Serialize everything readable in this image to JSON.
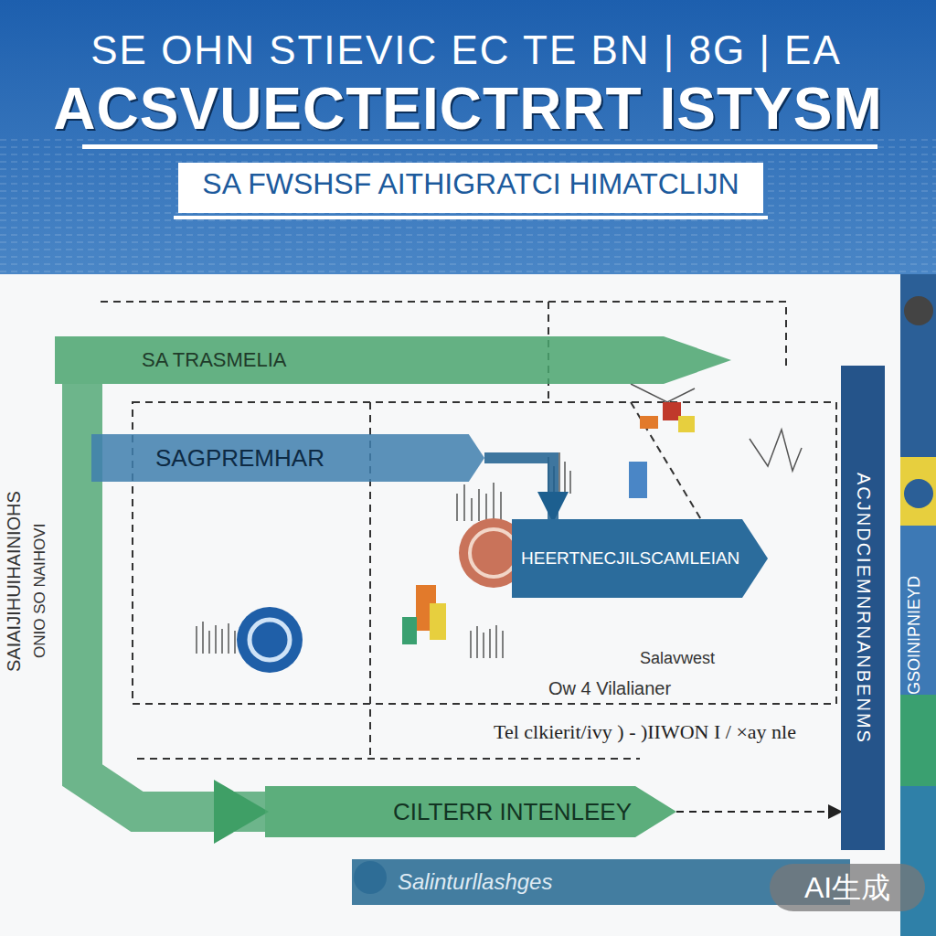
{
  "diagram": {
    "title": "ACSVUECTEICTRRT ISTYSM",
    "nodes": [
      {
        "text": [
          "SA TRASMELIA"
        ]
      },
      {
        "text": [
          "SAGPREMHAR"
        ]
      },
      {
        "text": [
          "HEERTNECJILSCAMLEIAN"
        ]
      },
      {
        "text": [
          "CILTERR INTENLEEY"
        ]
      },
      {
        "text": [
          "Salinturllashges"
        ]
      },
      {
        "text": [
          "ACJNDCIEMNRNANBENMS"
        ]
      }
    ],
    "edges": [
      {
        "from": 1,
        "to": 2,
        "arrow": "to"
      },
      {
        "from": 0,
        "to": 3,
        "arrow": "to"
      },
      {
        "from": 3,
        "to": 5,
        "arrow": "to"
      }
    ],
    "labels": [
      "SE OHN STIEVIC EC TE BN | 8G | EA",
      "SA FWSHSF AITHIGRATCI HIMATCLIJN",
      "SAIAIJIHUIHAINIOHS",
      "ONIO SO NAIHOVI",
      "Salavwest",
      "Ow 4 Vilalianer",
      "Tel clkierit/ivy ) - )IIWON I / ×ay nle",
      "GSOINIPNIEYD",
      "AI生成"
    ]
  }
}
